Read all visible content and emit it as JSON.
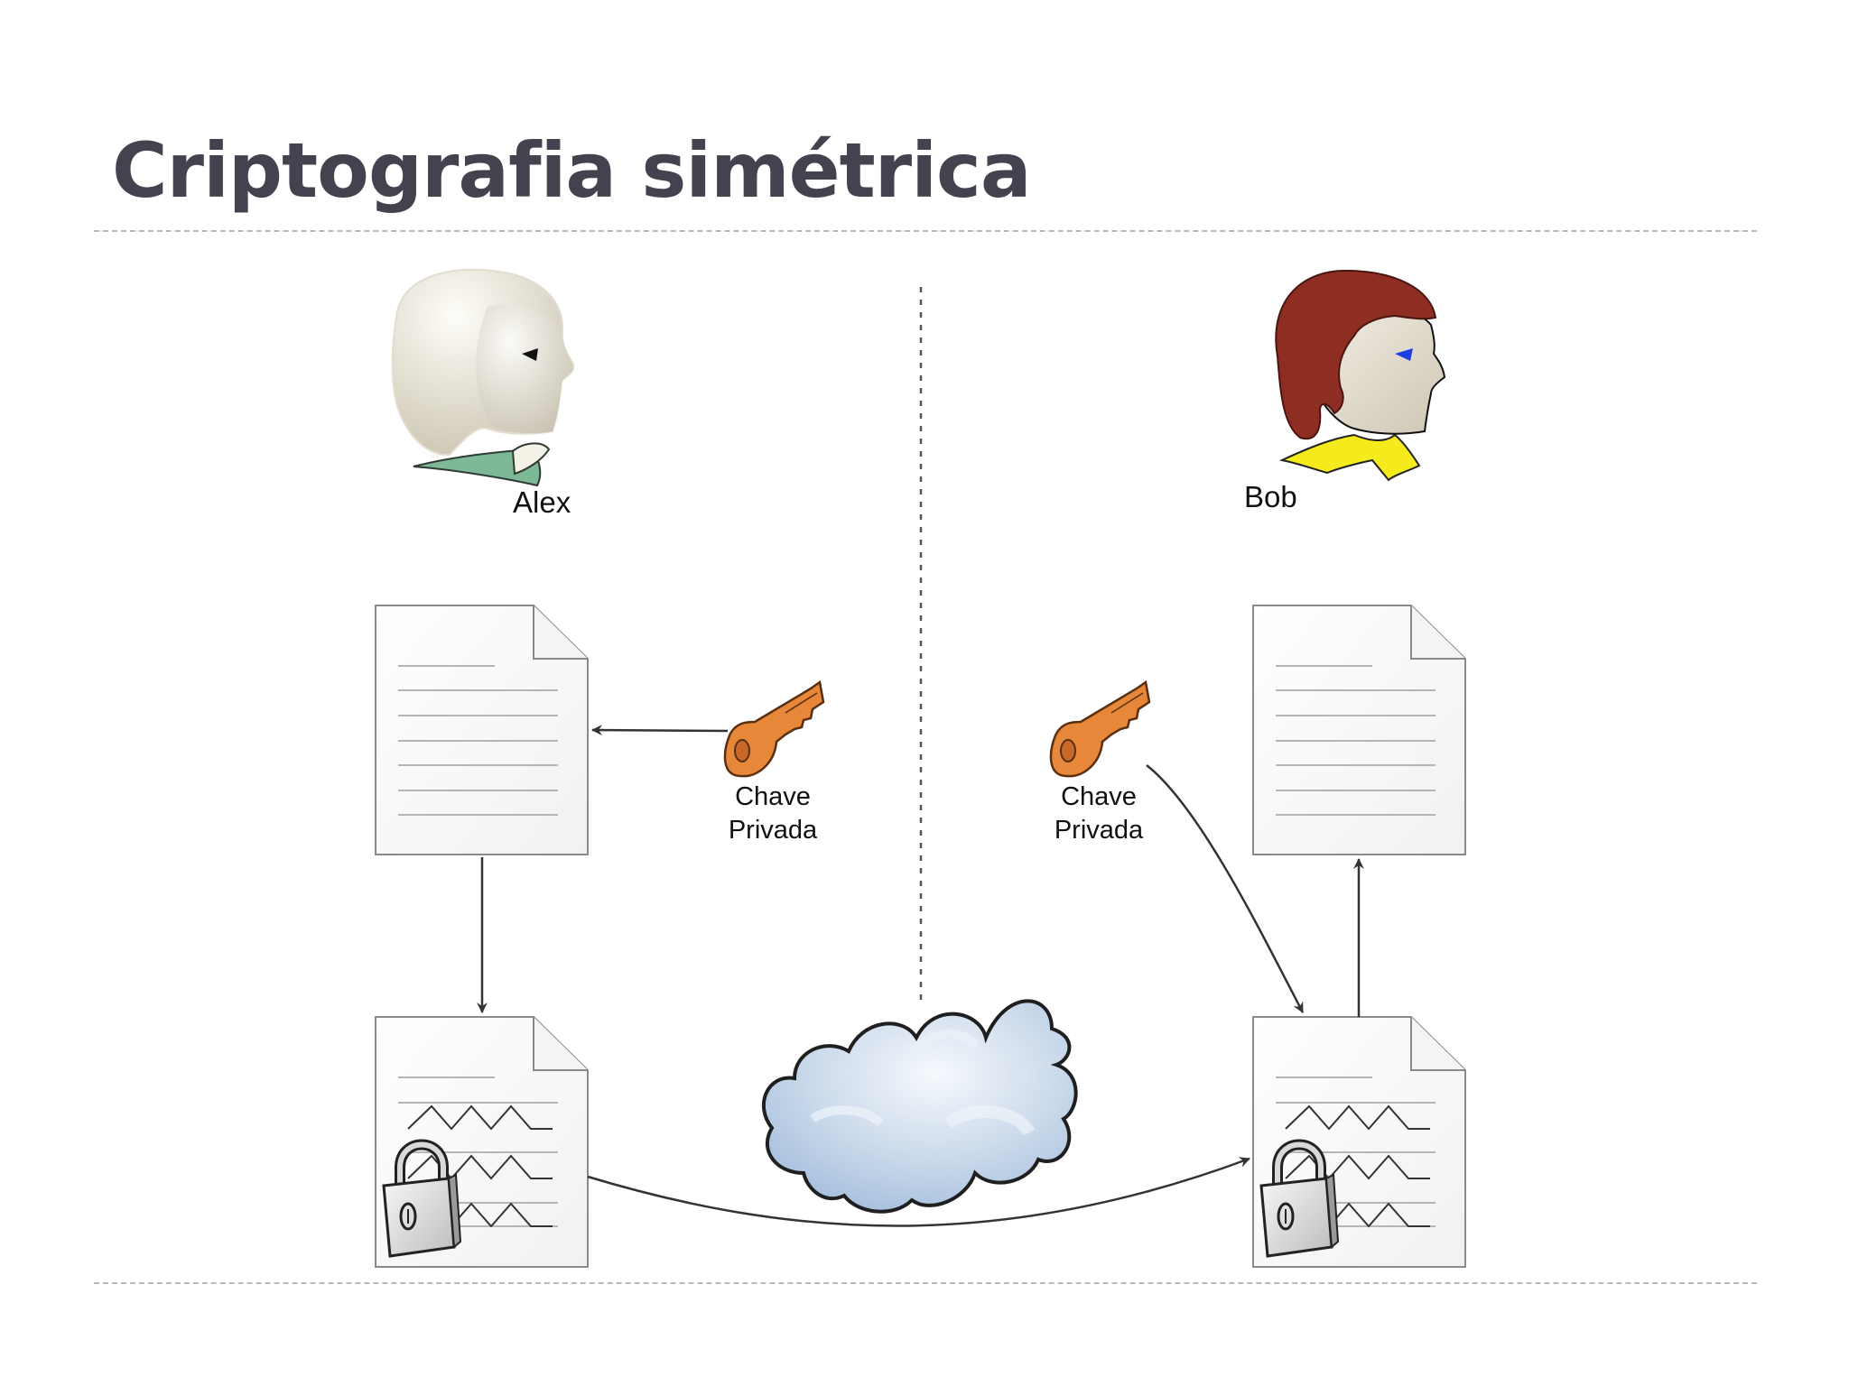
{
  "slide": {
    "title": "Criptografia simétrica"
  },
  "diagram": {
    "sender": {
      "name": "Alex"
    },
    "receiver": {
      "name": "Bob"
    },
    "sender_key": {
      "label_line1": "Chave",
      "label_line2": "Privada"
    },
    "receiver_key": {
      "label_line1": "Chave",
      "label_line2": "Privada"
    },
    "colors": {
      "key": "#e6873a",
      "bob_hair": "#8e2e22",
      "bob_shirt": "#f5ea1c",
      "alex_shirt": "#7db897",
      "cloud": "#b8cde5",
      "title": "#43434f"
    },
    "icons": [
      "person-icon",
      "document-icon",
      "encrypted-document-icon",
      "key-icon",
      "padlock-icon",
      "cloud-icon"
    ]
  }
}
